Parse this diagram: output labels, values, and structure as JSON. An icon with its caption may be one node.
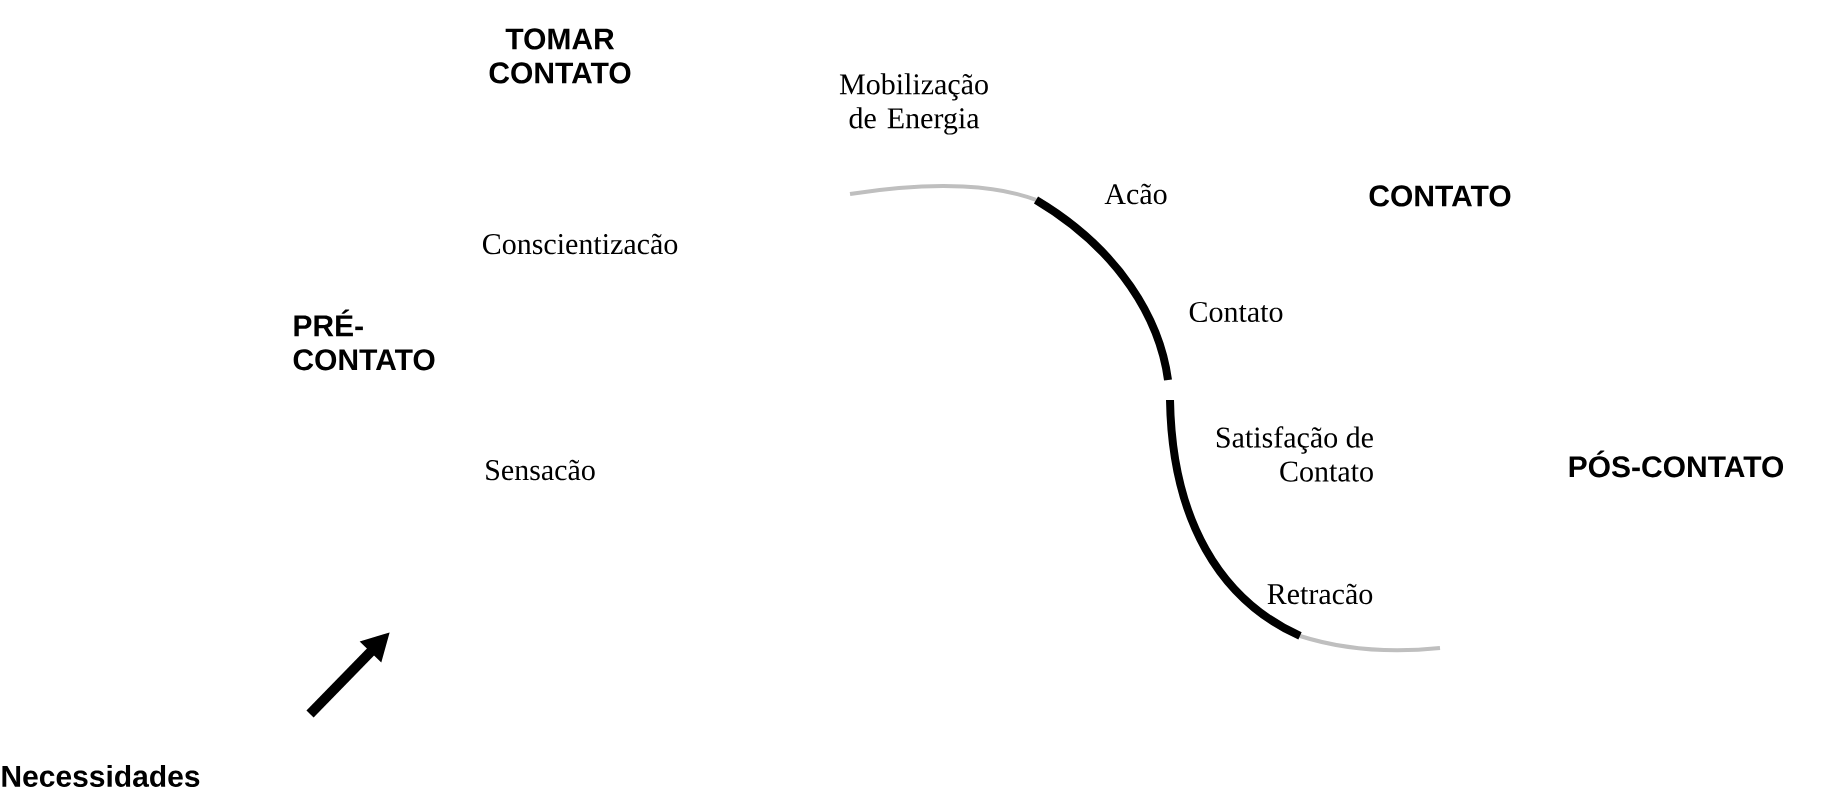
{
  "diagram": {
    "labels": [
      "TOMAR CONTATO",
      "Mobilização de Energia",
      "Acão",
      "CONTATO",
      "Conscientizacão",
      "PRÉ-CONTATO",
      "Contato",
      "Satisfação de Contato",
      "PÓS-CONTATO",
      "Sensacão",
      "Retracão",
      "Necessidades"
    ]
  }
}
